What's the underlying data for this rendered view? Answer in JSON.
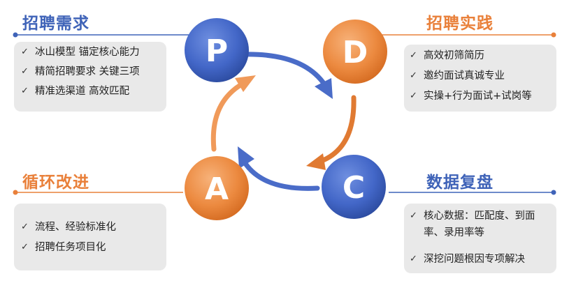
{
  "quadrants": {
    "p": {
      "letter": "P",
      "title": "招聘需求",
      "items": [
        "冰山模型 锚定核心能力",
        "精简招聘要求 关键三项",
        "精准选渠道 高效匹配"
      ]
    },
    "d": {
      "letter": "D",
      "title": "招聘实践",
      "items": [
        "高效初筛简历",
        "邀约面试真诚专业",
        "实操+行为面试+试岗等"
      ]
    },
    "c": {
      "letter": "C",
      "title": "数据复盘",
      "items": [
        "核心数据：匹配度、到面率、录用率等",
        "深挖问题根因专项解决"
      ]
    },
    "a": {
      "letter": "A",
      "title": "循环改进",
      "items": [
        "流程、经验标准化",
        "招聘任务项目化"
      ]
    }
  },
  "colors": {
    "blue": "#3f63b8",
    "orange": "#e9803a",
    "box": "#e9e9e9"
  },
  "icons": {
    "check": "✓"
  }
}
